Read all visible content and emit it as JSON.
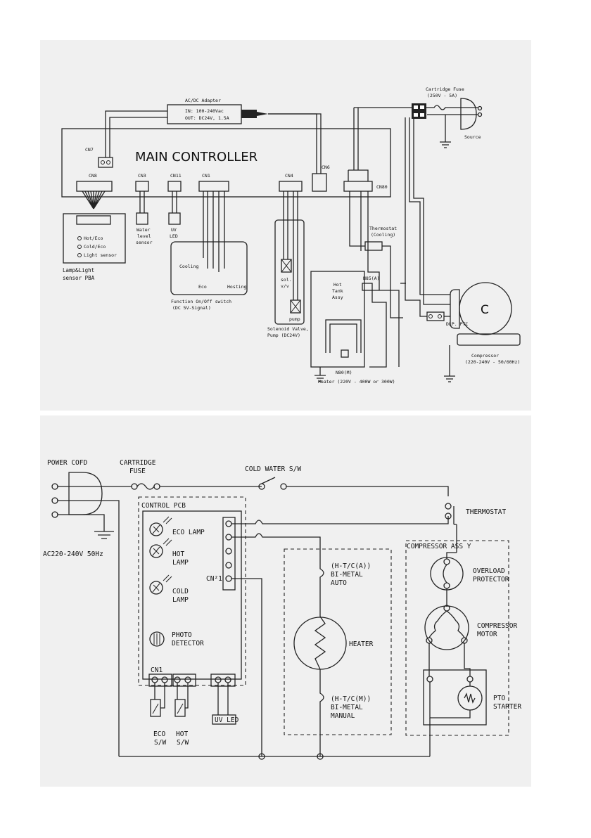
{
  "top": {
    "adapter_title": "AC/DC Adapter",
    "adapter_in": "IN: 100-240Vac",
    "adapter_out": "OUT: DC24V, 1.5A",
    "fuse_title": "Cartridge Fuse",
    "fuse_rating": "(250V - 5A)",
    "source": "Source",
    "main_controller": "MAIN CONTROLLER",
    "cn7": "CN7",
    "cn8": "CN8",
    "cn3": "CN3",
    "cn11": "CN11",
    "cn1": "CN1",
    "cn4": "CN4",
    "cn6": "CN6",
    "cn80": "CN80",
    "pba_items": [
      "Hot/Eco",
      "Cold/Eco",
      "Light sensor"
    ],
    "pba_label_1": "Lamp&Light",
    "pba_label_2": "sensor PBA",
    "water_level": [
      "Water",
      "level",
      "sensor"
    ],
    "uv_led": [
      "UV",
      "LED"
    ],
    "switch_cooling": "Cooling",
    "switch_eco": "Eco",
    "switch_hosting": "Hosting",
    "function_switch_1": "Function On/Off switch",
    "function_switch_2": "(DC 5V-Signal)",
    "sol_vv": [
      "sol.",
      "v/v"
    ],
    "pump": "pump",
    "solenoid_1": "Solenoid Valve,",
    "solenoid_2": "Pump (DC24V)",
    "thermostat_1": "Thermostat",
    "thermostat_2": "(Cooling)",
    "hot_tank": [
      "Hot",
      "Tank",
      "Assy"
    ],
    "n85a": "N85(A)",
    "n80m": "N80(M)",
    "heater": "Heater (220V - 400W or 300W)",
    "dlp_ptc": "DLP. PTC",
    "compressor_c": "C",
    "compressor_1": "Compressor",
    "compressor_2": "(220-240V - 50/60Hz)"
  },
  "bottom": {
    "power_cord": "POWER COFD",
    "cartridge": "CARTRIDGE",
    "fuse": "FUSE",
    "cold_water_sw": "COLD WATER S/W",
    "control_pcb": "CONTROL PCB",
    "thermostat": "THERMOSTAT",
    "ac_source": "AC220-240V 50Hz",
    "eco_lamp": "ECO LAMP",
    "hot_lamp": [
      "HOT",
      "LAMP"
    ],
    "cold_lamp": [
      "COLD",
      "LAMP"
    ],
    "photo_detector": [
      "PHOTO",
      "DETECTOR"
    ],
    "cn1_right": "CN²1",
    "cn1_bottom": "CN1",
    "uv_led": "UV LED",
    "eco_sw": [
      "ECO",
      "S/W"
    ],
    "hot_sw": [
      "HOT",
      "S/W"
    ],
    "bimetal_auto": [
      "(H-T/C(A))",
      "BI-METAL",
      "AUTO"
    ],
    "heater": "HEATER",
    "bimetal_manual": [
      "(H-T/C(M))",
      "BI-METAL",
      "MANUAL"
    ],
    "compressor_assy": "COMPRESSOR ASS Y",
    "overload": [
      "OVERLOAD",
      "PROTECTOR"
    ],
    "compressor_motor": [
      "COMPRESSOR",
      "MOTOR"
    ],
    "pto_starter": [
      "PTO",
      "STARTER"
    ]
  }
}
